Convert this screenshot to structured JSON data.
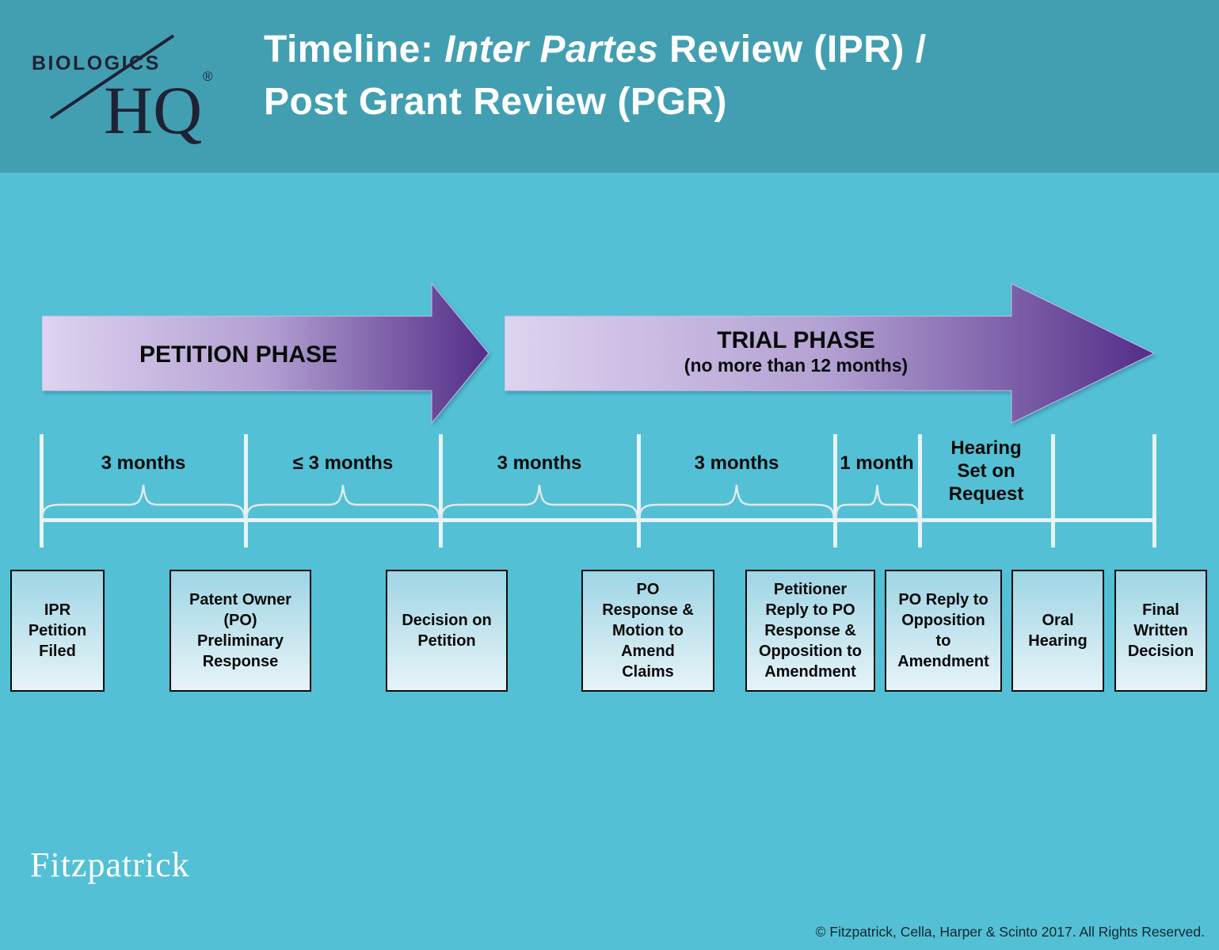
{
  "logo": {
    "brand": "BIOLOGICS",
    "monogram": "HQ",
    "registered": "®"
  },
  "header": {
    "title_prefix": "Timeline: ",
    "title_italic": "Inter Partes",
    "title_suffix": " Review (IPR) /",
    "title_line2": "Post Grant Review (PGR)"
  },
  "phases": {
    "petition": {
      "label": "PETITION PHASE"
    },
    "trial": {
      "label": "TRIAL PHASE",
      "note": "(no more than 12 months)"
    }
  },
  "timeline": {
    "intervals": [
      {
        "label": "3 months"
      },
      {
        "label": "≤ 3 months"
      },
      {
        "label": "3 months"
      },
      {
        "label": "3 months"
      },
      {
        "label": "1 month"
      },
      {
        "label": "Hearing\nSet on\nRequest"
      }
    ]
  },
  "events": [
    {
      "label": "IPR\nPetition\nFiled"
    },
    {
      "label": "Patent Owner\n(PO)\nPreliminary\nResponse"
    },
    {
      "label": "Decision on\nPetition"
    },
    {
      "label": "PO\nResponse &\nMotion to\nAmend\nClaims"
    },
    {
      "label": "Petitioner\nReply to PO\nResponse &\nOpposition to\nAmendment"
    },
    {
      "label": "PO Reply to\nOpposition\nto\nAmendment"
    },
    {
      "label": "Oral\nHearing"
    },
    {
      "label": "Final\nWritten\nDecision"
    }
  ],
  "footer": {
    "firm": "Fitzpatrick",
    "copyright": "© Fitzpatrick, Cella, Harper & Scinto 2017. All Rights Reserved."
  },
  "colors": {
    "header_bg": "#429fb2",
    "body_bg": "#53c0d5",
    "arrow_gradient_light": "#ded3f0",
    "arrow_gradient_dark": "#532d88",
    "event_box_top": "#9ed5e5",
    "event_box_bottom": "#e6f3f8",
    "timeline_line": "#e8f3f6"
  }
}
